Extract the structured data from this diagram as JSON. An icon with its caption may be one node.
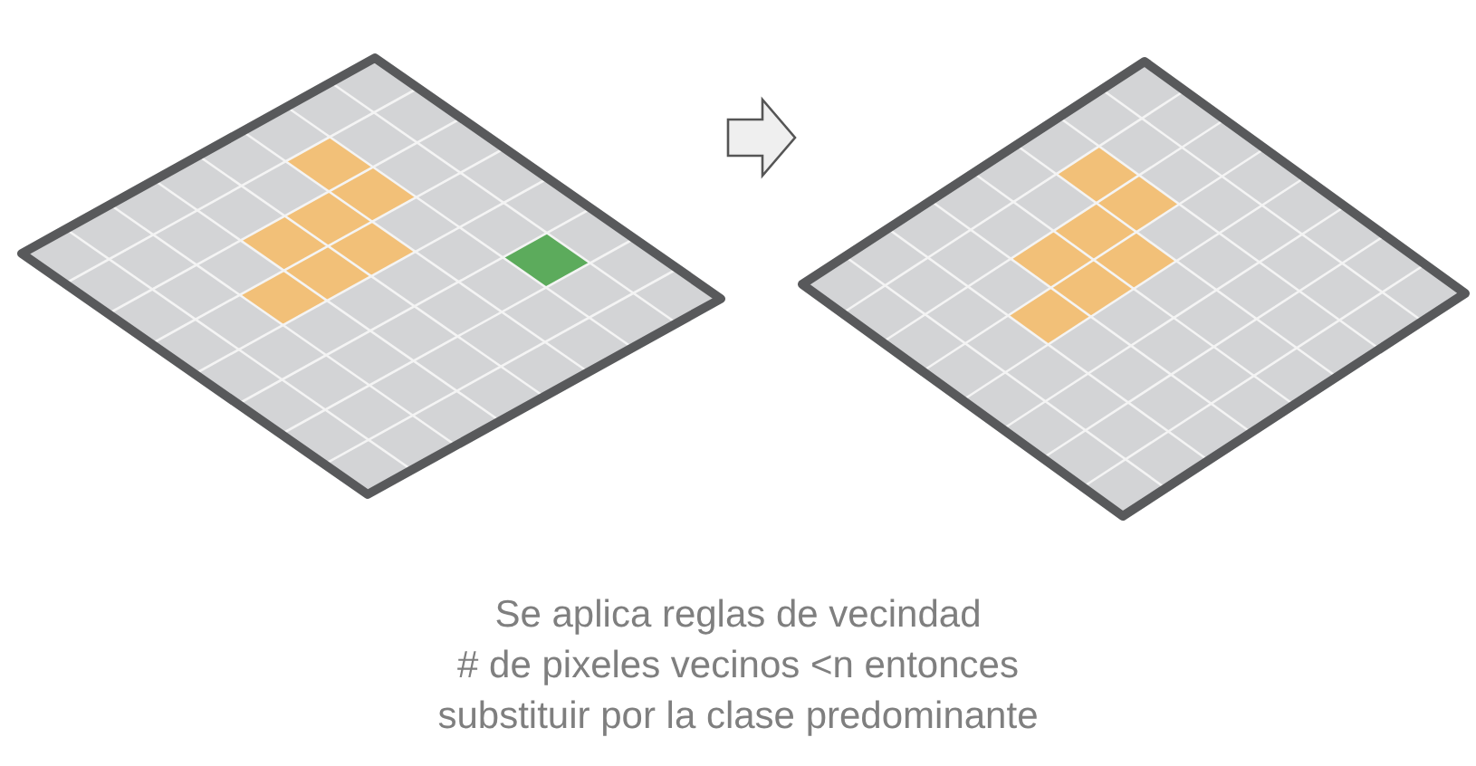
{
  "diagram": {
    "nodes": [
      {
        "text": [],
        "shape": "grid"
      },
      {
        "text": [],
        "shape": "grid"
      }
    ],
    "edges": [
      {
        "from": 0,
        "to": 1,
        "arrow": "to"
      }
    ],
    "labels": [
      "Se aplica reglas de vecindad",
      "# de pixeles vecinos <n entonces",
      "substituir por la clase predominante"
    ]
  }
}
